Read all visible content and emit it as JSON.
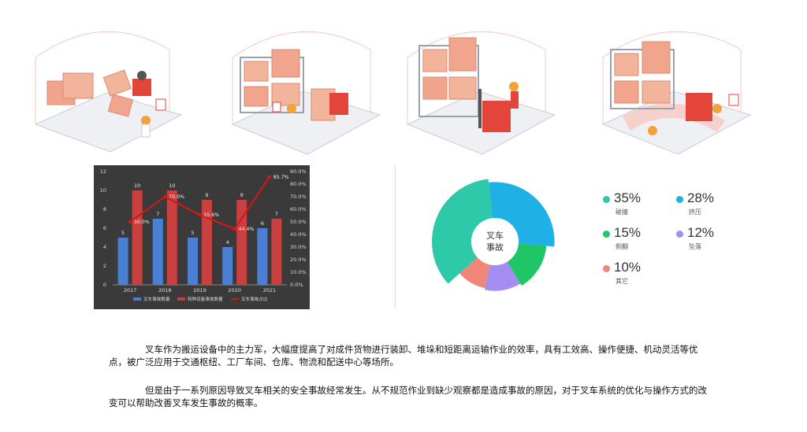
{
  "chart_data": [
    {
      "type": "bar",
      "categories": [
        "2017",
        "2018",
        "2019",
        "2020",
        "2021"
      ],
      "series": [
        {
          "name": "叉车事故数量",
          "type": "bar",
          "values": [
            5,
            7,
            5,
            4,
            6
          ],
          "color": "#4a7fd4"
        },
        {
          "name": "特种设备事故数量",
          "type": "bar",
          "values": [
            10,
            10,
            9,
            9,
            7
          ],
          "color": "#c94040"
        },
        {
          "name": "叉车事故占比",
          "type": "line",
          "axis": "right",
          "values": [
            50.0,
            70.0,
            55.6,
            44.4,
            85.7
          ],
          "labels": [
            "50.0%",
            "70.0%",
            "55.6%",
            "44.4%",
            "85.7%"
          ],
          "color": "#d01818"
        }
      ],
      "ylim": [
        0,
        12
      ],
      "yticks": [
        "0",
        "2",
        "4",
        "6",
        "8",
        "10",
        "12"
      ],
      "y2lim": [
        0,
        90
      ],
      "y2ticks": [
        "0.0%",
        "10.0%",
        "20.0%",
        "30.0%",
        "40.0%",
        "50.0%",
        "60.0%",
        "70.0%",
        "80.0%",
        "90.0%"
      ],
      "legend": "bottom",
      "grid": false
    },
    {
      "type": "pie",
      "center_label_line1": "叉车",
      "center_label_line2": "事故",
      "slices": [
        {
          "label": "碰撞",
          "value": 35,
          "pct": "35%",
          "color": "#2ec9a8"
        },
        {
          "label": "挤压",
          "value": 28,
          "pct": "28%",
          "color": "#1fb0e6"
        },
        {
          "label": "侧翻",
          "value": 15,
          "pct": "15%",
          "color": "#1fc566"
        },
        {
          "label": "坠落",
          "value": 12,
          "pct": "12%",
          "color": "#a48cf0"
        },
        {
          "label": "其它",
          "value": 10,
          "pct": "10%",
          "color": "#ef8779"
        }
      ]
    }
  ],
  "paragraphs": [
    "叉车作为搬运设备中的主力军，大幅度提高了对成件货物进行装卸、堆垛和短距离运输作业的效率，具有工效高、操作便捷、机动灵活等优点，被广泛应用于交通枢纽、工厂车间、仓库、物流和配送中心等场所。",
    "但是由于一系列原因导致叉车相关的安全事故经常发生。从不规范作业到缺少观察都是造成事故的原因，对于叉车系统的优化与操作方式的改变可以帮助改善叉车发生事故的概率。"
  ]
}
